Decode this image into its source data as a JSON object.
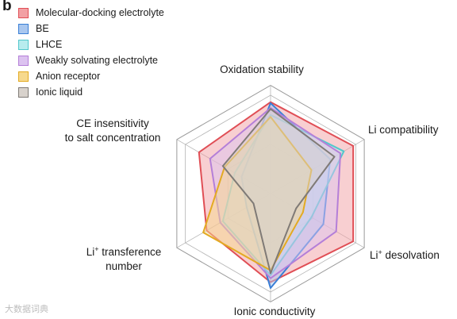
{
  "panel_label": "b",
  "watermark": "大数据词典",
  "chart_data": {
    "type": "radar",
    "axes": [
      {
        "lines": [
          "Oxidation stability"
        ]
      },
      {
        "lines": [
          "Li compatibility"
        ]
      },
      {
        "lines": [
          "Li",
          "+",
          " desolvation"
        ]
      },
      {
        "lines": [
          "Ionic conductivity"
        ]
      },
      {
        "lines": [
          "Li",
          "+",
          " transference",
          "number"
        ]
      },
      {
        "lines": [
          "CE insensitivity",
          "to salt concentration"
        ]
      }
    ],
    "range": [
      0,
      1
    ],
    "grid_levels": [
      0.5,
      1.0
    ],
    "series": [
      {
        "name": "Molecular-docking electrolyte",
        "color": "#e04e55",
        "fill": "#f2a0a4",
        "values": [
          0.93,
          0.97,
          0.97,
          0.9,
          0.75,
          0.84
        ]
      },
      {
        "name": "BE",
        "color": "#3a7fd6",
        "fill": "#a9c7ef",
        "values": [
          0.92,
          0.7,
          0.62,
          0.96,
          0.28,
          0.34
        ]
      },
      {
        "name": "LHCE",
        "color": "#52c7cc",
        "fill": "#b8ecee",
        "values": [
          0.8,
          0.86,
          0.48,
          0.83,
          0.56,
          0.42
        ]
      },
      {
        "name": "Weakly solvating electrolyte",
        "color": "#b47fd8",
        "fill": "#dcc3f0",
        "values": [
          0.87,
          0.82,
          0.77,
          0.86,
          0.59,
          0.71
        ]
      },
      {
        "name": "Anion receptor",
        "color": "#e3aa22",
        "fill": "#f6d98e",
        "values": [
          0.78,
          0.48,
          0.38,
          0.78,
          0.79,
          0.54
        ]
      },
      {
        "name": "Ionic liquid",
        "color": "#7f7a76",
        "fill": "#d8d2cc",
        "values": [
          0.86,
          0.75,
          0.3,
          0.81,
          0.2,
          0.56
        ]
      }
    ]
  }
}
